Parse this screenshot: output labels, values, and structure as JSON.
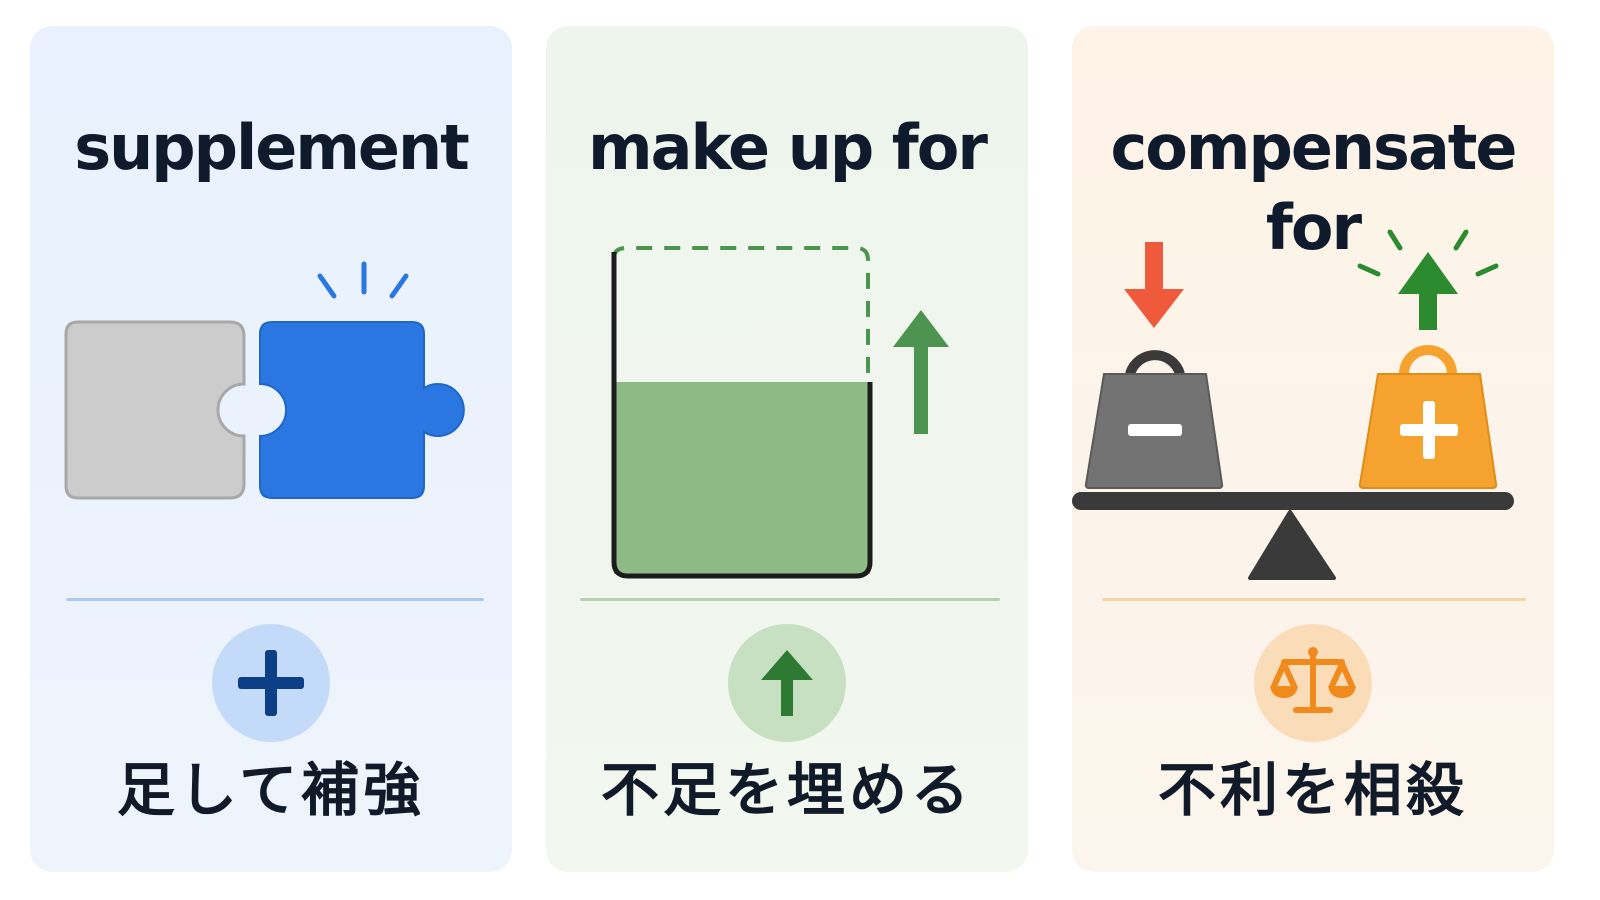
{
  "cards": [
    {
      "title": "supplement",
      "meaning": "足して補強",
      "illustration_icon": "puzzle-pieces-icon",
      "badge_icon": "plus-icon",
      "colors": {
        "accent": "#2a77e1",
        "badge": "#c3dbf8",
        "badge_glyph": "#0d3f86",
        "background": "#e8f1fd"
      }
    },
    {
      "title": "make up for",
      "meaning": "不足を埋める",
      "illustration_icon": "partially-filled-container-icon",
      "badge_icon": "arrow-up-icon",
      "colors": {
        "accent": "#4d9450",
        "fill": "#8dba85",
        "badge": "#c6e0c1",
        "background": "#eef5ec"
      }
    },
    {
      "title": "compensate for",
      "meaning": "不利を相殺",
      "illustration_icon": "balance-seesaw-weights-icon",
      "badge_icon": "scales-icon",
      "colors": {
        "minus_weight": "#737373",
        "plus_weight": "#f6a22e",
        "down_arrow": "#f05a3c",
        "up_arrow": "#2c8a2f",
        "badge": "#fbdcb9",
        "background": "#fdf3e7"
      }
    }
  ]
}
